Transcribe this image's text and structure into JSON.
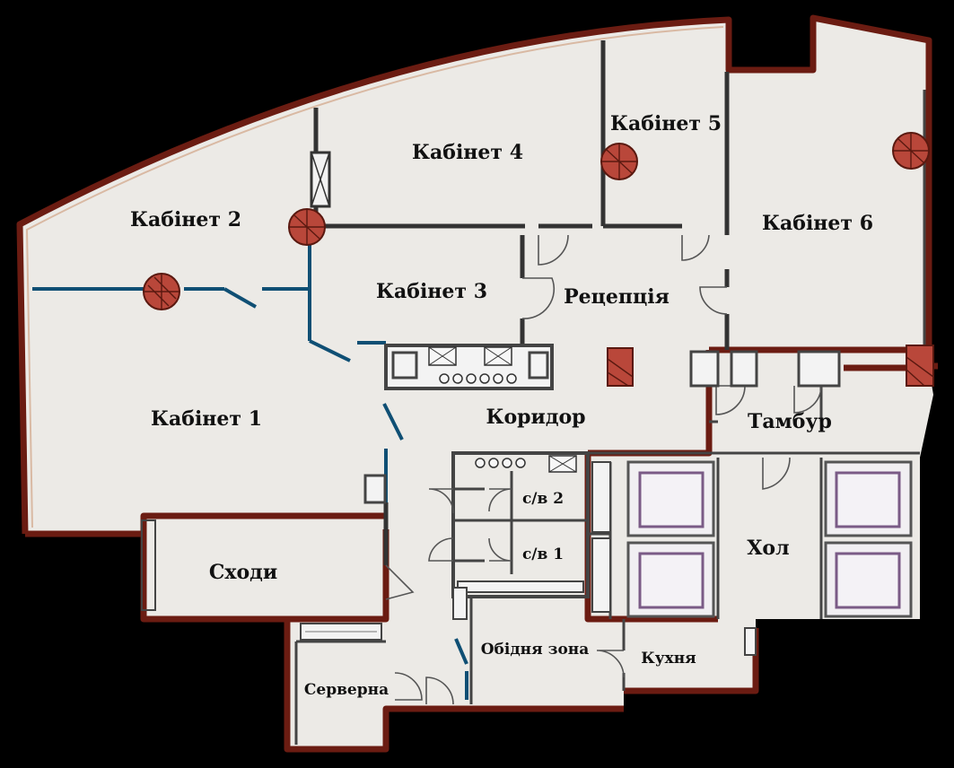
{
  "colors": {
    "background": "#000000",
    "floor": "#eceae6",
    "outer_wall": "#6b1c12",
    "glass_partition": "#0f4f74",
    "column": "#b9473a",
    "lift_cabin": "#7a5b86"
  },
  "rooms": [
    {
      "id": "cabinet-1",
      "label": "Кабінет 1"
    },
    {
      "id": "cabinet-2",
      "label": "Кабінет 2"
    },
    {
      "id": "cabinet-3",
      "label": "Кабінет 3"
    },
    {
      "id": "cabinet-4",
      "label": "Кабінет 4"
    },
    {
      "id": "cabinet-5",
      "label": "Кабінет 5"
    },
    {
      "id": "cabinet-6",
      "label": "Кабінет 6"
    },
    {
      "id": "reception",
      "label": "Рецепція"
    },
    {
      "id": "corridor",
      "label": "Коридор"
    },
    {
      "id": "vestibule",
      "label": "Тамбур"
    },
    {
      "id": "wc-2",
      "label": "с/в 2"
    },
    {
      "id": "wc-1",
      "label": "с/в 1"
    },
    {
      "id": "hall",
      "label": "Хол"
    },
    {
      "id": "stairs",
      "label": "Сходи"
    },
    {
      "id": "dining",
      "label": "Обідня зона"
    },
    {
      "id": "kitchen",
      "label": "Кухня"
    },
    {
      "id": "server",
      "label": "Серверна"
    }
  ]
}
